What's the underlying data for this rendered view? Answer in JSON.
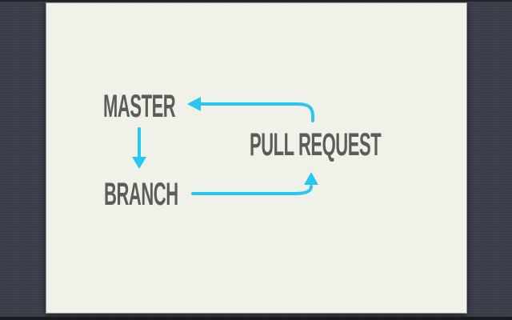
{
  "app": {
    "type": "presentation-slide",
    "description": "Git workflow cycle diagram slide"
  },
  "diagram": {
    "nodes": [
      {
        "id": "master",
        "label": "MASTER"
      },
      {
        "id": "branch",
        "label": "BRANCH"
      },
      {
        "id": "pull_request",
        "label": "PULL REQUEST"
      }
    ],
    "edges": [
      {
        "from": "master",
        "to": "branch",
        "icon": "arrow-down-icon"
      },
      {
        "from": "branch",
        "to": "pull_request",
        "icon": "arrow-right-up-icon"
      },
      {
        "from": "pull_request",
        "to": "master",
        "icon": "arrow-left-icon"
      }
    ]
  },
  "colors": {
    "arrow": "#29c6f2",
    "text": "#5d5c59",
    "slide_bg": "#f0f1e9",
    "desktop_bg": "#383d47"
  }
}
